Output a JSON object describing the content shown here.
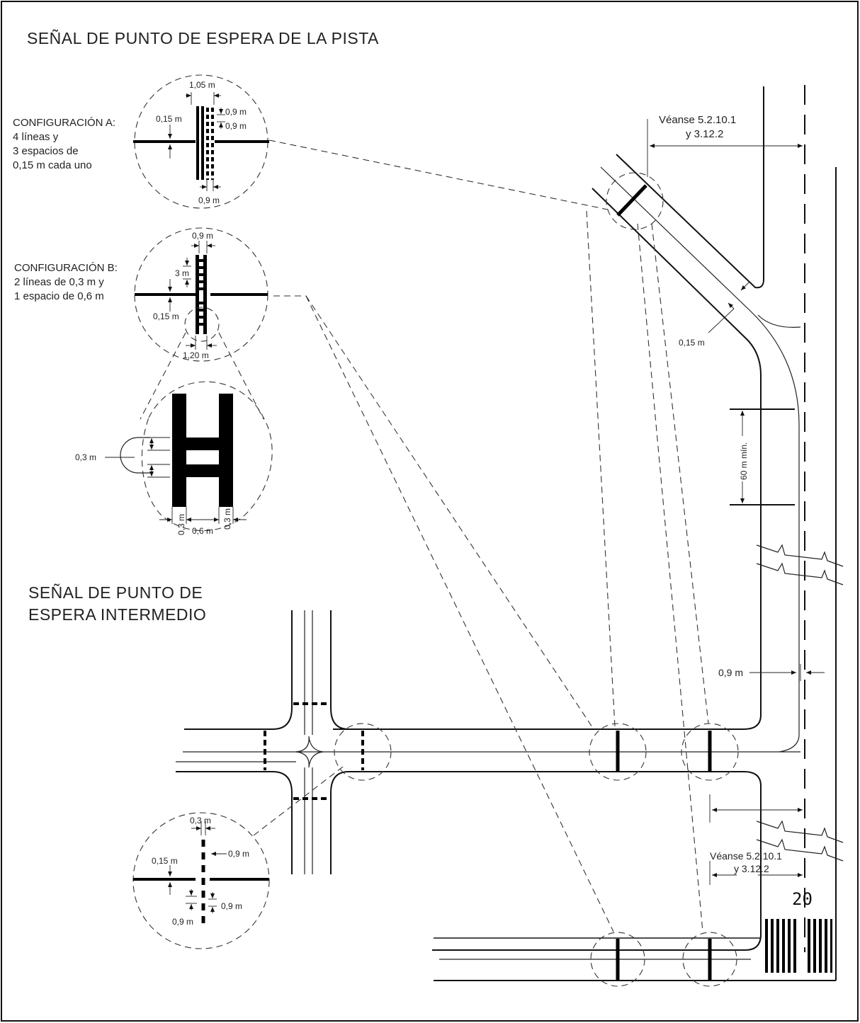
{
  "titles": {
    "runway_holding": "SEÑAL DE PUNTO DE ESPERA DE LA PISTA",
    "intermediate_line1": "SEÑAL DE PUNTO DE",
    "intermediate_line2": "ESPERA INTERMEDIO"
  },
  "config_a": {
    "heading": "CONFIGURACIÓN A:",
    "line2": "4 líneas y",
    "line3": "3 espacios de",
    "line4": "0,15 m cada uno",
    "dim_top": "1,05 m",
    "dim_left": "0,15 m",
    "dim_r1": "0,9 m",
    "dim_r2": "0,9 m",
    "dim_bottom": "0,9 m"
  },
  "config_b": {
    "heading": "CONFIGURACIÓN B:",
    "line2": "2 líneas de 0,3 m y",
    "line3": "1 espacio de 0,6 m",
    "dim_top": "0,9 m",
    "dim_3m": "3 m",
    "dim_left": "0,15 m",
    "dim_bottom": "1,20 m"
  },
  "detail": {
    "dim_left": "0,3 m",
    "dim_b1": "0,3 m",
    "dim_b2": "0,6 m",
    "dim_b3": "0,3 m"
  },
  "intermediate": {
    "dim_top": "0,3 m",
    "dim_left": "0,15 m",
    "dim_r1": "0,9 m",
    "dim_r2": "0,9 m",
    "dim_b": "0,9 m"
  },
  "plan": {
    "ref1_line1": "Véanse 5.2.10.1",
    "ref1_line2": "y 3.12.2",
    "ref2_line1": "Véanse 5.2.10.1",
    "ref2_line2": "y 3.12.2",
    "dim_015": "0,15 m",
    "dim_60": "60 m mín.",
    "dim_09": "0,9 m",
    "runway_number": "20"
  }
}
